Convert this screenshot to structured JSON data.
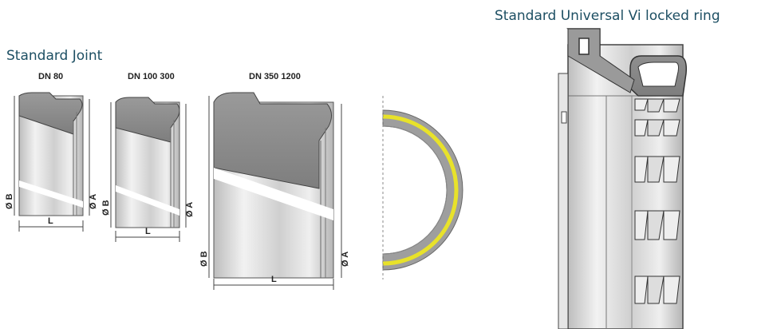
{
  "left_title": "Standard Joint",
  "right_title": "Standard Universal Vi locked ring",
  "sizes": [
    {
      "label": "DN 80"
    },
    {
      "label": "DN 100 300"
    },
    {
      "label": "DN 350 1200"
    }
  ],
  "dimension_labels": {
    "diameter_b": "Ø B",
    "diameter_a": "Ø A",
    "length": "L"
  },
  "colors": {
    "heading": "#1d4f63",
    "gasket_fill": "#8c8c8c",
    "seal_ring": "#e8e22a",
    "pipe_shade": "#d6d6d6"
  }
}
